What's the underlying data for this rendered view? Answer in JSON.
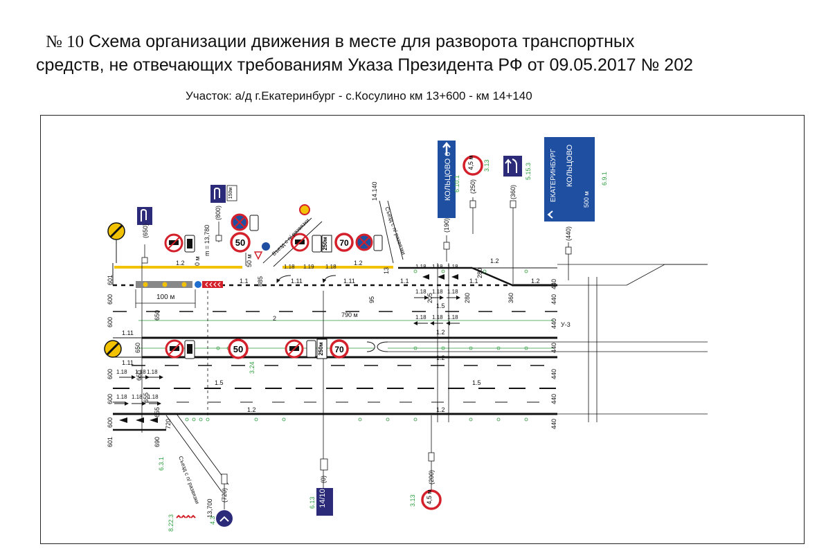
{
  "header": {
    "title_no": "№ 10",
    "title_line1": "Схема организации движения в месте для разворота транспортных",
    "title_line2": "средств, не отвечающих требованиям Указа Президента РФ от 09.05.2017 № 202",
    "section": "Участок: а/д г.Екатеринбург - с.Косулино км 13+600 - км 14+140"
  },
  "colors": {
    "road_line": "#111111",
    "yellow_marking": "#f2c200",
    "green_dim": "#2e9e3e",
    "sign_blue": "#1f4fa0",
    "sign_dark": "#2b2b7a",
    "sign_red": "#d4202a"
  },
  "scheme": {
    "signs": {
      "koltsovo": "КОЛЬЦОВО 6",
      "ekb_line1": "ЕКАТЕРИНБУРГ",
      "ekb_line2": "КОЛЬЦОВО",
      "ekb_dist": "500 м",
      "height_limit": "4,5 м",
      "height_limit_bottom": "4,5 м",
      "distance_150": "150м",
      "speed_50": "50",
      "speed_70": "70",
      "dist_250": "250м",
      "km_sign": "14/10"
    },
    "sign_codes": {
      "s6101": "6.10.1",
      "s313": "3.13",
      "s5153": "5.15.3",
      "s691": "6.9.1",
      "s324": "3.24",
      "s613": "6.13",
      "s313b": "3.13",
      "s631": "6.3.1",
      "s8223": "8.22.3",
      "s43": "4.3"
    },
    "dims": {
      "d650": "(650)",
      "d800": "(800)",
      "d190": "(190)",
      "d250": "(250)",
      "d360": "(360)",
      "d440": "(440)",
      "d0": "(0)",
      "d200": "(200)",
      "d720": "(720)",
      "m13780": "m = 13,780",
      "m13700": "13,700",
      "v14140": "14.140",
      "len100": "100 м",
      "len790": "790 м"
    },
    "lane_labels": {
      "l12": "1.2",
      "l11": "1.11",
      "l11b": "1.1",
      "l15": "1.5",
      "l118": "1.18",
      "l119": "1.19",
      "u3": "У-3",
      "s2": "2"
    },
    "stations": {
      "s601": "601",
      "s600": "600",
      "s650": "650",
      "s655": "655",
      "s690": "690",
      "s720": "720",
      "s885": "885",
      "s95": "95",
      "s205": "205",
      "s280": "280",
      "s360": "360",
      "s440": "440",
      "s50": "50 м",
      "s13": "13",
      "s0": "0 м"
    },
    "road_names": {
      "exit_top": "Съезд с п/ развязки",
      "entry_top": "Въезд с п/ развязки",
      "exit_bottom": "Съезд с п/ развязки"
    }
  }
}
